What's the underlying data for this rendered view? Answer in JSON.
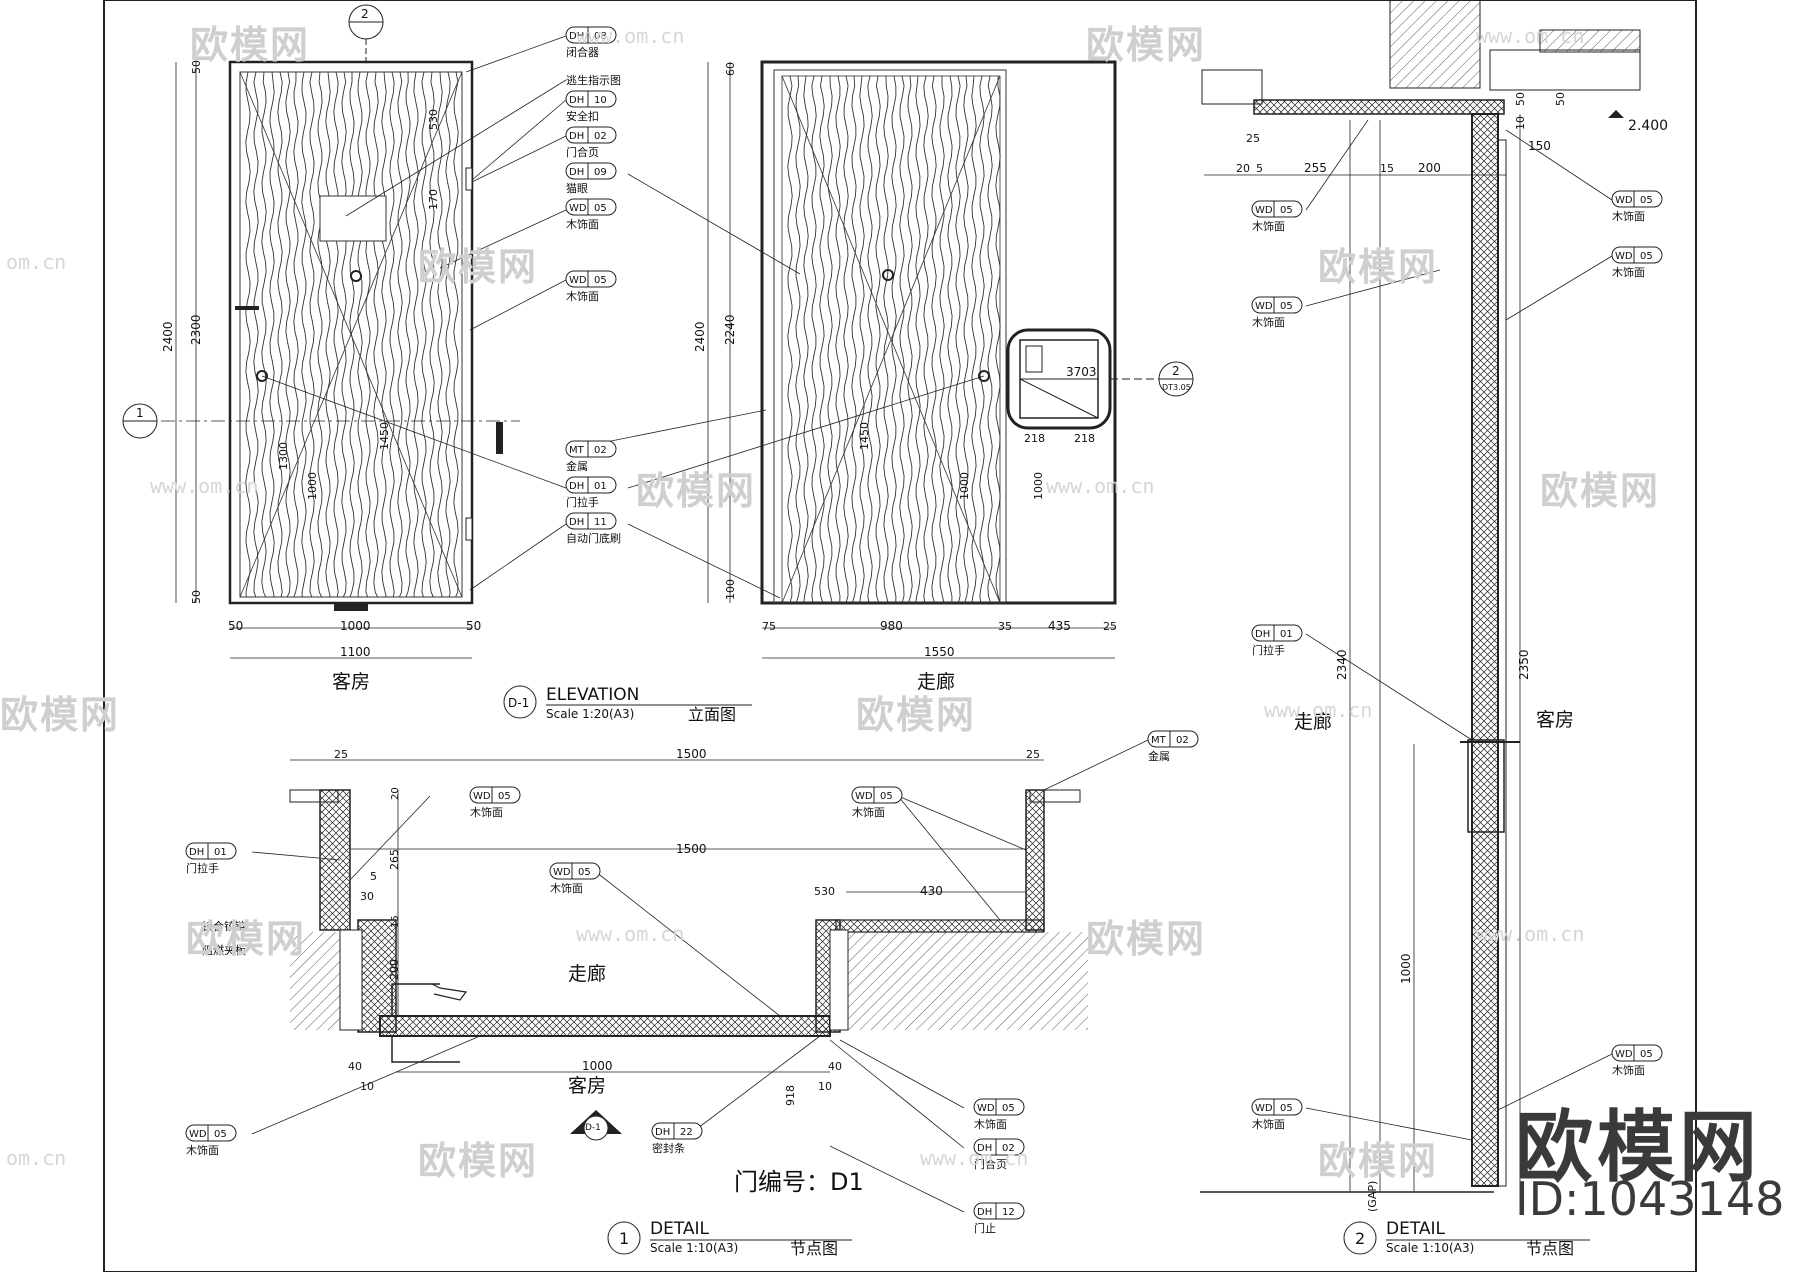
{
  "tags": {
    "dh08": {
      "code": "DH",
      "num": "08",
      "label": "闭合器"
    },
    "escape": {
      "label": "逃生指示图"
    },
    "dh10": {
      "code": "DH",
      "num": "10",
      "label": "安全扣"
    },
    "dh02a": {
      "code": "DH",
      "num": "02",
      "label": "门合页"
    },
    "dh09": {
      "code": "DH",
      "num": "09",
      "label": "猫眼"
    },
    "wd05a": {
      "code": "WD",
      "num": "05",
      "label": "木饰面"
    },
    "wd05b": {
      "code": "WD",
      "num": "05",
      "label": "木饰面"
    },
    "mt02a": {
      "code": "MT",
      "num": "02",
      "label": "金属"
    },
    "dh01a": {
      "code": "DH",
      "num": "01",
      "label": "门拉手"
    },
    "dh11": {
      "code": "DH",
      "num": "11",
      "label": "自动门底刷"
    },
    "mt02b": {
      "code": "MT",
      "num": "02",
      "label": "金属"
    },
    "wd05c": {
      "code": "WD",
      "num": "05",
      "label": "木饰面"
    },
    "wd05d": {
      "code": "WD",
      "num": "05",
      "label": "木饰面"
    },
    "dh01b": {
      "code": "DH",
      "num": "01",
      "label": "门拉手"
    },
    "wd05e": {
      "code": "WD",
      "num": "05",
      "label": "木饰面"
    },
    "wd05f": {
      "code": "WD",
      "num": "05",
      "label": "木饰面"
    },
    "dh22": {
      "code": "DH",
      "num": "22",
      "label": "密封条"
    },
    "wd05g": {
      "code": "WD",
      "num": "05",
      "label": "木饰面"
    },
    "dh02b": {
      "code": "DH",
      "num": "02",
      "label": "门合页"
    },
    "dh12": {
      "code": "DH",
      "num": "12",
      "label": "门止"
    },
    "wd05h": {
      "code": "WD",
      "num": "05",
      "label": "木饰面"
    },
    "wd05i": {
      "code": "WD",
      "num": "05",
      "label": "木饰面"
    },
    "wd05j": {
      "code": "WD",
      "num": "05",
      "label": "木饰面"
    },
    "wd05k": {
      "code": "WD",
      "num": "05",
      "label": "木饰面"
    },
    "wd05l": {
      "code": "WD",
      "num": "05",
      "label": "木饰面"
    },
    "dh01c": {
      "code": "DH",
      "num": "01",
      "label": "门拉手"
    },
    "wd05m": {
      "code": "WD",
      "num": "05",
      "label": "木饰面"
    }
  },
  "dims": {
    "e1_w_left": "50",
    "e1_w_mid": "1000",
    "e1_w_right": "50",
    "e1_total": "1100",
    "e1_h_total": "2400",
    "e1_h_door": "2300",
    "e1_h_top": "50",
    "e1_h_bot": "50",
    "e1_530": "530",
    "e1_170": "170",
    "e1_1300": "1300",
    "e1_1000": "1000",
    "e1_1450": "1450",
    "e2_75": "75",
    "e2_980": "980",
    "e2_35": "35",
    "e2_435": "435",
    "e2_25": "25",
    "e2_1550": "1550",
    "e2_2400": "2400",
    "e2_2240": "2240",
    "e2_60": "60",
    "e2_100": "100",
    "e2_1450": "1450",
    "e2_1000a": "1000",
    "e2_1000b": "1000",
    "e2_218a": "218",
    "e2_218b": "218",
    "e2_3703": "3703",
    "d1_25a": "25",
    "d1_1500a": "1500",
    "d1_25b": "25",
    "d1_1500b": "1500",
    "d1_430": "430",
    "d1_530": "530",
    "d1_265": "265",
    "d1_200": "200",
    "d1_20": "20",
    "d1_5": "5",
    "d1_30": "30",
    "d1_15": "15",
    "d1_40a": "40",
    "d1_10a": "10",
    "d1_1000": "1000",
    "d1_40b": "40",
    "d1_10b": "10",
    "d1_918": "918",
    "d2_255": "255",
    "d2_200": "200",
    "d2_20": "20",
    "d2_5": "5",
    "d2_25": "25",
    "d2_150": "150",
    "d2_15": "15",
    "d2_50a": "50",
    "d2_50b": "50",
    "d2_10": "10",
    "d2_2340": "2340",
    "d2_2350": "2350",
    "d2_1000": "1000",
    "d2_gap": "(GAP)",
    "d2_level": "2.400"
  },
  "rooms": {
    "guest": "客房",
    "corridor": "走廊"
  },
  "titles": {
    "elev_no": "D-1",
    "elev_title": "ELEVATION",
    "elev_scale": "Scale   1:20(A3)",
    "elev_cn": "立面图",
    "d1_no": "1",
    "d1_title": "DETAIL",
    "d1_scale": "Scale   1:10(A3)",
    "d1_cn": "节点图",
    "d2_no": "2",
    "d2_title": "DETAIL",
    "d2_scale": "Scale   1:10(A3)",
    "d2_cn": "节点图",
    "door_no": "门编号：D1"
  },
  "markers": {
    "m1": "1",
    "m2": "2",
    "m2b": "2",
    "m2b_ref": "DT3.05",
    "sec_ref": "D-1",
    "section_a": "1"
  },
  "hatch_notes": {
    "n1": "铰合铰链",
    "n2": "阻燃夹板"
  },
  "watermark": {
    "brand": "欧模网",
    "url": "www.om.cn",
    "url_short": "om.cn",
    "id": "ID:1043148"
  }
}
